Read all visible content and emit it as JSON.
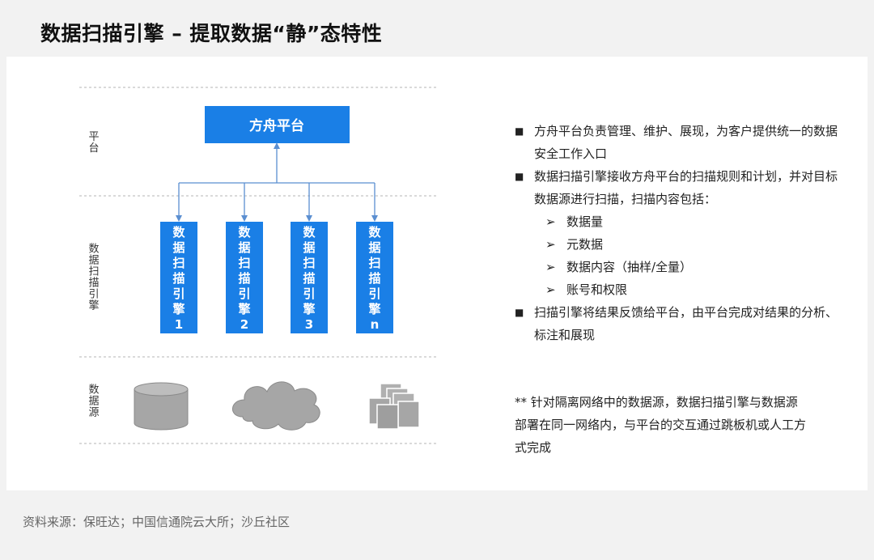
{
  "title": "数据扫描引擎 – 提取数据“静”态特性",
  "diagram": {
    "layers": [
      {
        "label": "平台"
      },
      {
        "label": "数据扫描引擎"
      },
      {
        "label": "数据源"
      }
    ],
    "platform_box": "方舟平台",
    "engines": [
      "数据扫描引擎1",
      "数据扫描引擎2",
      "数据扫描引擎3",
      "数据扫描引擎n"
    ],
    "sources": [
      "database-icon",
      "cloud-icon",
      "documents-icon"
    ],
    "accent_color": "#1a7fe6",
    "source_color": "#a6a6a6"
  },
  "notes": {
    "bullets": [
      "方舟平台负责管理、维护、展现，为客户提供统一的数据安全工作入口",
      "数据扫描引擎接收方舟平台的扫描规则和计划，并对目标数据源进行扫描，扫描内容包括：",
      "扫描引擎将结果反馈给平台，由平台完成对结果的分析、标注和展现"
    ],
    "sub_items": [
      "数据量",
      "元数据",
      "数据内容（抽样/全量）",
      "账号和权限"
    ],
    "bullet_mark": "■",
    "sub_mark": "➢",
    "footnote": "** 针对隔离网络中的数据源，数据扫描引擎与数据源部署在同一网络内，与平台的交互通过跳板机或人工方式完成"
  },
  "footer": "资料来源：保旺达；中国信通院云大所；沙丘社区"
}
